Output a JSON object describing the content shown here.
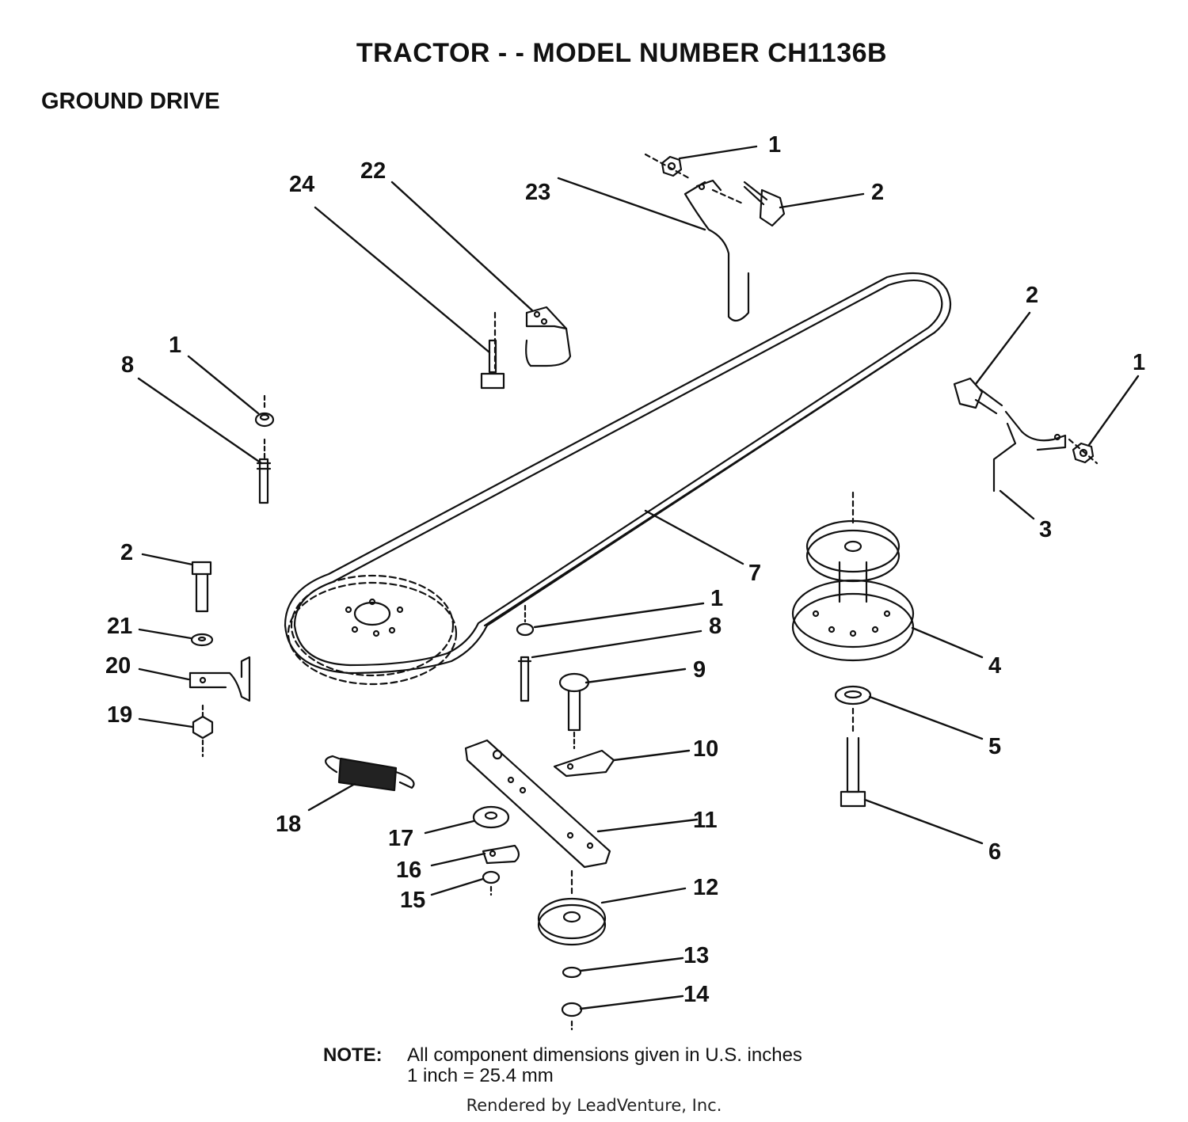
{
  "header": {
    "title": "TRACTOR  - - MODEL NUMBER CH1136B",
    "section": "GROUND DRIVE"
  },
  "callouts": {
    "c1a": "1",
    "c2a": "2",
    "c23": "23",
    "c22": "22",
    "c24": "24",
    "c1b": "1",
    "c8a": "8",
    "c2b": "2",
    "c1c": "1",
    "c3": "3",
    "c2c": "2",
    "c21": "21",
    "c20": "20",
    "c19": "19",
    "c7": "7",
    "c1d": "1",
    "c8b": "8",
    "c9": "9",
    "c4": "4",
    "c5": "5",
    "c10": "10",
    "c6": "6",
    "c18": "18",
    "c11": "11",
    "c17": "17",
    "c16": "16",
    "c15": "15",
    "c12": "12",
    "c13": "13",
    "c14": "14"
  },
  "note": {
    "label": "NOTE:",
    "line1": "All component dimensions given in U.S. inches",
    "line2": "1 inch = 25.4 mm"
  },
  "footer": "Rendered by LeadVenture, Inc."
}
